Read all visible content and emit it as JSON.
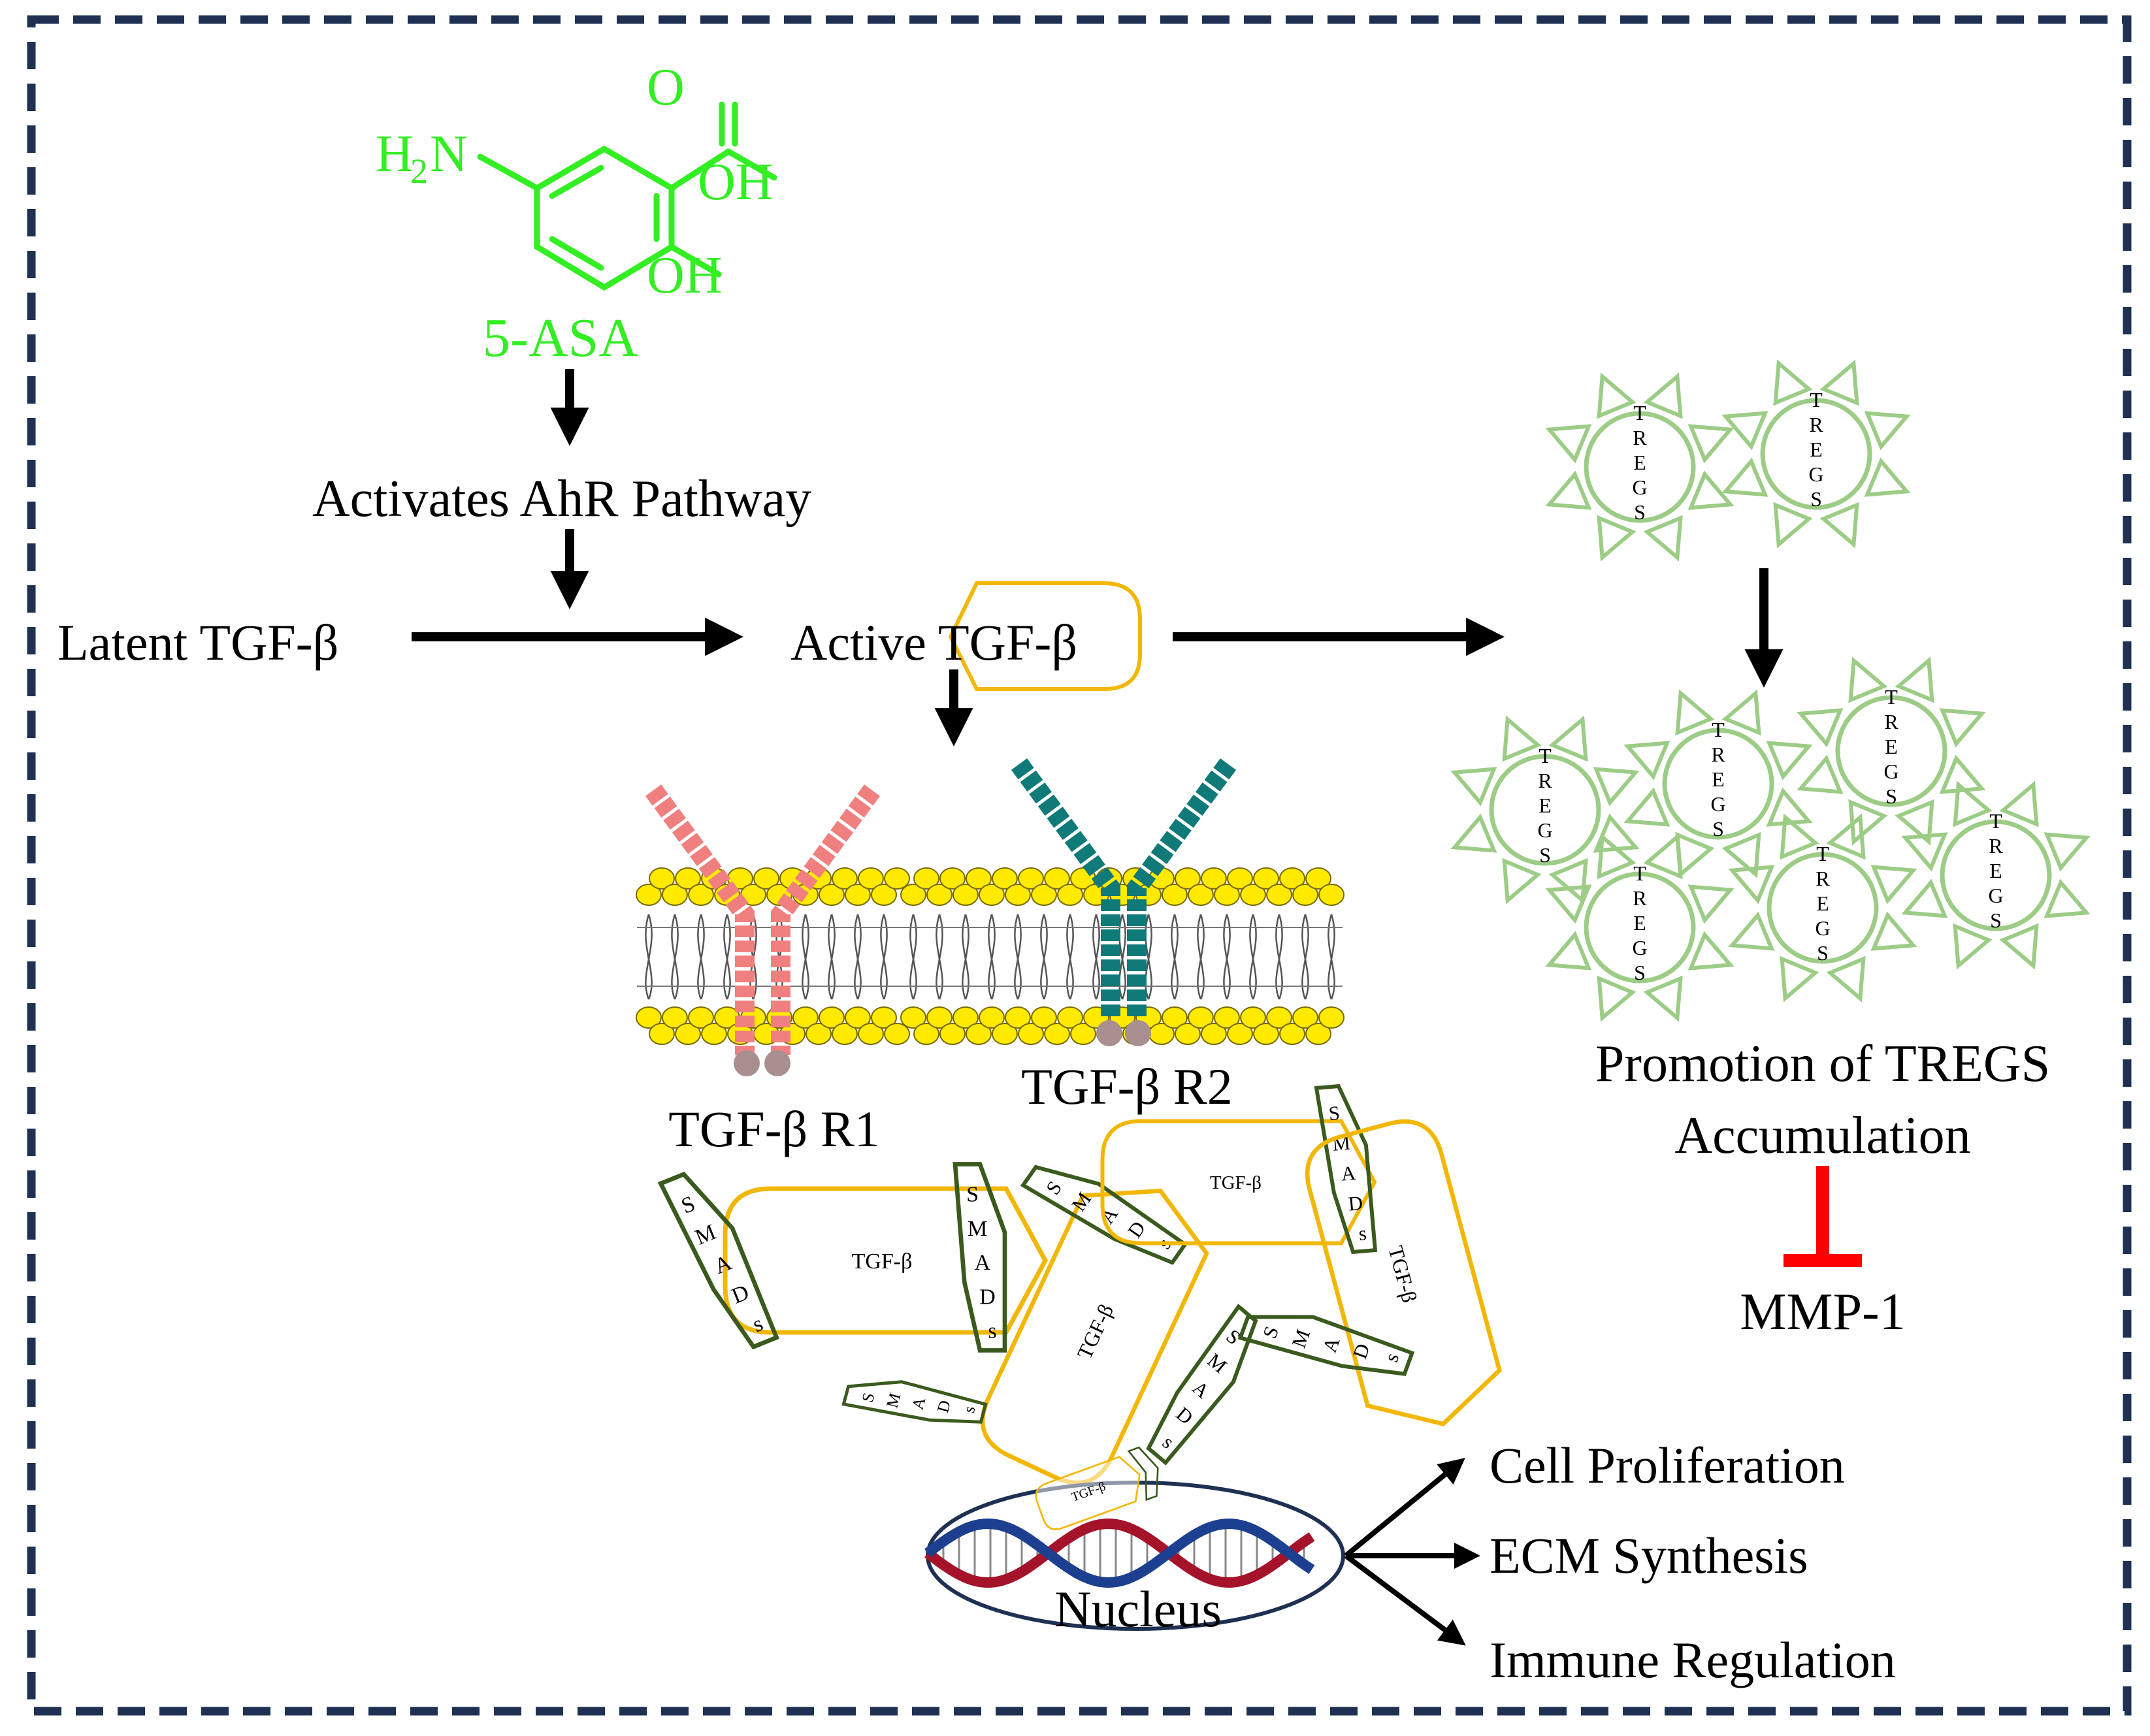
{
  "drug": {
    "name": "5-ASA",
    "atoms": {
      "amine": "H",
      "amine_sub": "2",
      "amine_n": "N",
      "carbonyl_o": "O",
      "acid_oh": "OH",
      "phenol_oh": "OH"
    }
  },
  "steps": {
    "ahr": "Activates AhR Pathway",
    "latent": "Latent TGF-β",
    "active": "Active TGF-β"
  },
  "receptors": {
    "r1": "TGF-β R1",
    "r2": "TGF-β R2"
  },
  "complex": {
    "ligand": "TGF-β",
    "smad": [
      "S",
      "M",
      "A",
      "D",
      "s"
    ]
  },
  "tregs": {
    "letters": [
      "T",
      "R",
      "E",
      "G",
      "S"
    ],
    "promotion_line1": "Promotion of TREGS",
    "promotion_line2": "Accumulation"
  },
  "inhibited": "MMP-1",
  "nucleus": {
    "label": "Nucleus",
    "mini_ligand": "TGF-β"
  },
  "outcomes": [
    "Cell Proliferation",
    "ECM Synthesis",
    "Immune Regulation"
  ],
  "colors": {
    "frame": "#1f3152",
    "drug": "#33ee22",
    "ligand": "#f2b705",
    "smad": "#3a5a1e",
    "receptor1": "#f08080",
    "receptor2": "#0f7a78",
    "lipid_head": "#ffea00",
    "treg": "#9ccc86",
    "inhibit": "#ff0000",
    "nucleus": "#1f3152",
    "dna_red": "#a5132a",
    "dna_blue": "#1c3f8f"
  }
}
